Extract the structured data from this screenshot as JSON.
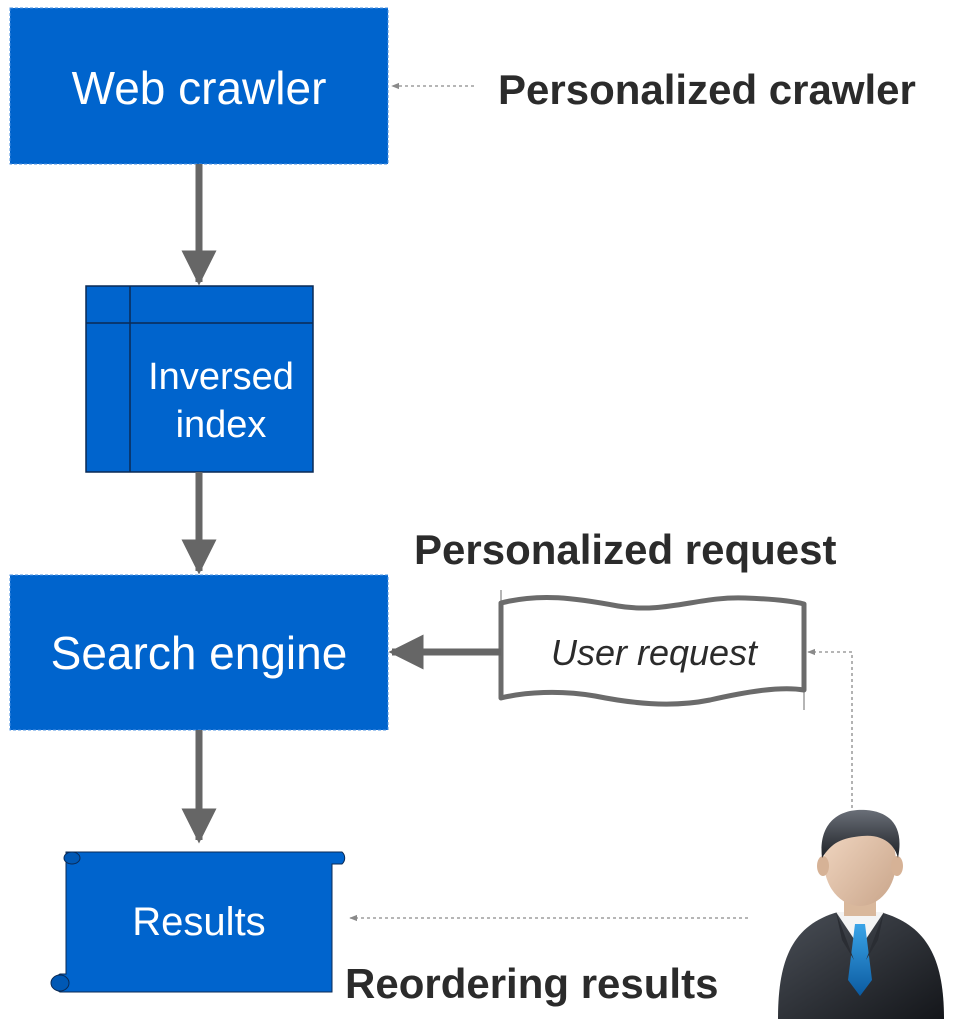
{
  "nodes": {
    "web_crawler": "Web crawler",
    "inversed_index_line1": "Inversed",
    "inversed_index_line2": "index",
    "search_engine": "Search engine",
    "results": "Results",
    "user_request": "User request"
  },
  "annotations": {
    "personalized_crawler": "Personalized crawler",
    "personalized_request": "Personalized request",
    "reordering_results": "Reordering results"
  },
  "icons": {
    "user": "businessman-user-icon"
  },
  "colors": {
    "node_fill": "#0064cd",
    "arrow": "#666666",
    "dashed_line": "#8a8a8a",
    "label_text": "#2b2b2b",
    "node_text": "#ffffff"
  }
}
